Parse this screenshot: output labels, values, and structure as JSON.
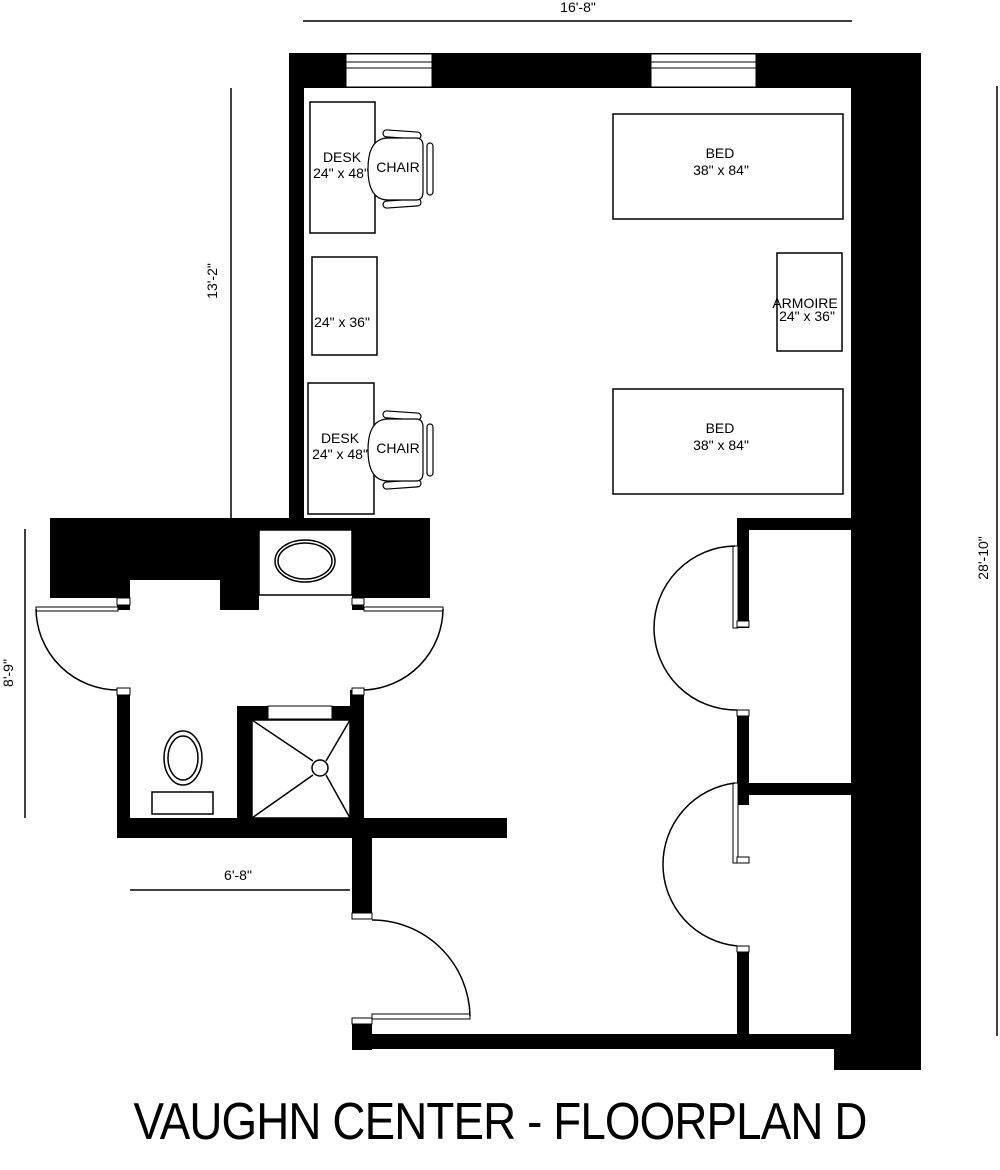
{
  "title": "VAUGHN CENTER - FLOORPLAN D",
  "colors": {
    "wall": "#000000",
    "background": "#ffffff",
    "line": "#000000"
  },
  "dimensions": {
    "top_width": "16'-8\"",
    "upper_left_height": "13'-2\"",
    "right_height": "28'-10\"",
    "bathroom_height": "8'-9\"",
    "bathroom_width": "6'-8\""
  },
  "furniture": {
    "desk_1": {
      "name": "DESK",
      "size": "24\" x 48\""
    },
    "chair_1": {
      "name": "CHAIR"
    },
    "dresser": {
      "name": "",
      "size": "24\" x 36\""
    },
    "desk_2": {
      "name": "DESK",
      "size": "24\" x 48\""
    },
    "chair_2": {
      "name": "CHAIR"
    },
    "bed_1": {
      "name": "BED",
      "size": "38\" x 84\""
    },
    "armoire": {
      "name": "ARMOIRE",
      "size": "24\" x 36\""
    },
    "bed_2": {
      "name": "BED",
      "size": "38\" x 84\""
    }
  },
  "fixtures": {
    "sink": "sink-icon",
    "toilet": "toilet-icon",
    "shower": "shower-icon"
  }
}
